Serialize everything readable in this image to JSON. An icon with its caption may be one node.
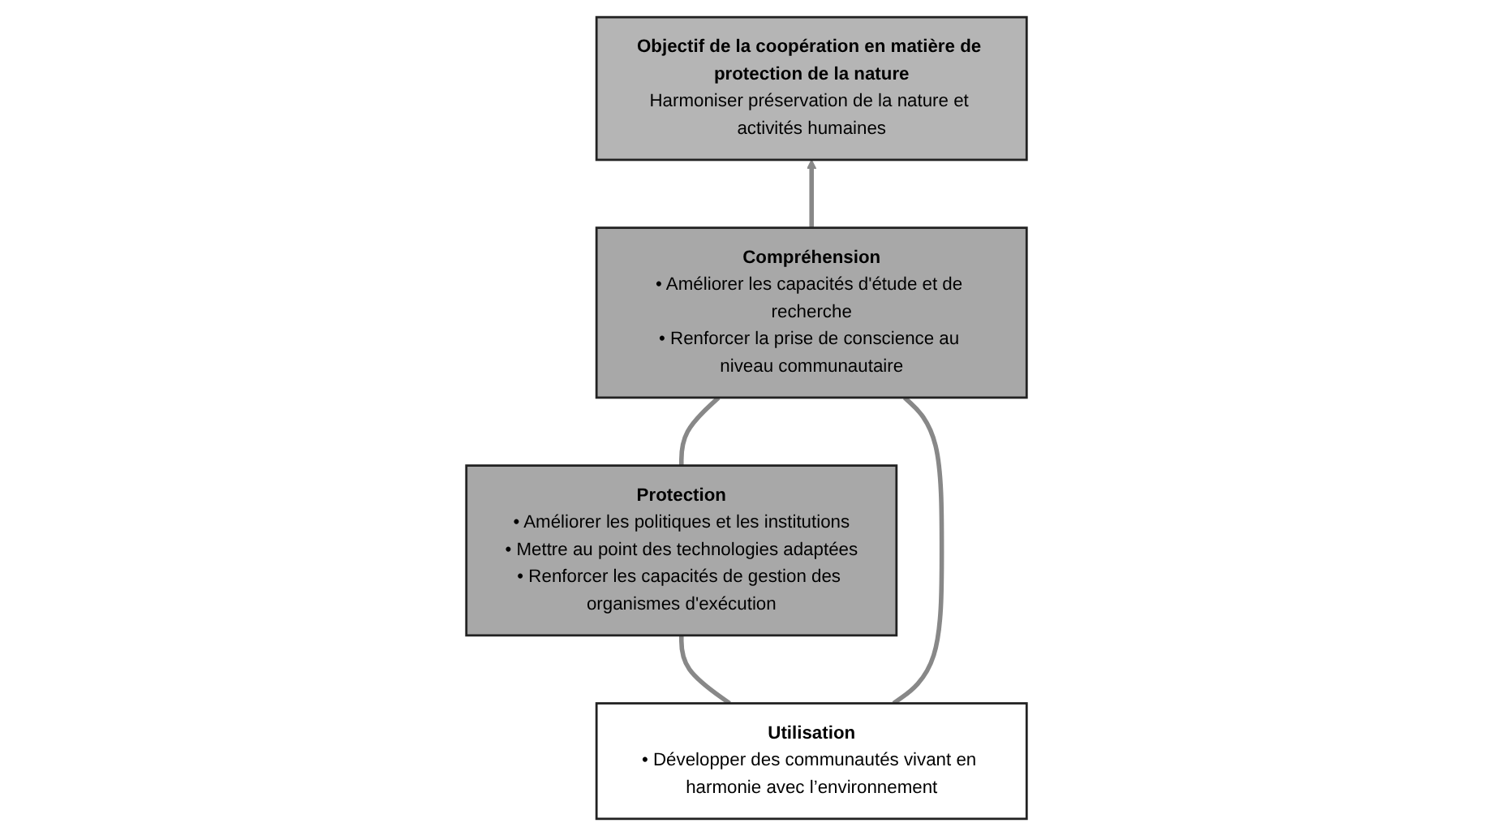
{
  "diagram": {
    "nodes": [
      {
        "text": [
          "Objectif de la coopération en matière de protection de la nature",
          "Harmoniser préservation de la nature et activités humaines"
        ]
      },
      {
        "text": [
          "Compréhension",
          "• Améliorer les capacités d'étude et de recherche",
          "• Renforcer la prise de conscience au niveau communautaire"
        ]
      },
      {
        "text": [
          "Protection",
          "• Améliorer les politiques et les institutions",
          "• Mettre au point des technologies adaptées",
          "• Renforcer les capacités de gestion des organismes d'exécution"
        ]
      },
      {
        "text": [
          "Utilisation",
          "• Développer des communautés vivant en harmonie avec l’environnement"
        ]
      }
    ],
    "edges": [
      {
        "from": 1,
        "to": 0,
        "arrow": "to"
      },
      {
        "from": 1,
        "to": 2,
        "arrow": "none"
      },
      {
        "from": 1,
        "to": 3,
        "arrow": "none"
      },
      {
        "from": 2,
        "to": 3,
        "arrow": "none"
      }
    ]
  }
}
